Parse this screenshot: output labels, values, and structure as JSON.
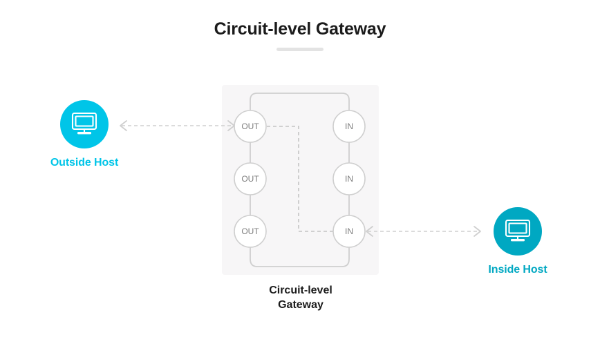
{
  "page": {
    "title": "Circuit-level Gateway",
    "background_color": "#ffffff"
  },
  "colors": {
    "title_text": "#1b1b1b",
    "title_rule": "#e3e3e3",
    "outside_host_accent": "#00c5e8",
    "inside_host_accent": "#00a8c2",
    "panel_background": "#f7f6f7",
    "node_stroke": "#cfcfcf",
    "node_fill": "#ffffff",
    "node_text": "#7d7d7d",
    "connector": "#c4c4c4"
  },
  "nodes": {
    "outside_host": {
      "label": "Outside Host",
      "icon": "desktop-monitor-icon",
      "accent": "#00c5e8"
    },
    "inside_host": {
      "label": "Inside Host",
      "icon": "desktop-monitor-icon",
      "accent": "#00a8c2"
    }
  },
  "gateway": {
    "caption_line1": "Circuit-level",
    "caption_line2": "Gateway",
    "out_ports": [
      {
        "label": "OUT"
      },
      {
        "label": "OUT"
      },
      {
        "label": "OUT"
      }
    ],
    "in_ports": [
      {
        "label": "IN"
      },
      {
        "label": "IN"
      },
      {
        "label": "IN"
      }
    ]
  },
  "connections": [
    {
      "name": "outside-host-to-gateway",
      "from": "outside_host",
      "to": "out_port_1",
      "style": "dashed",
      "arrows": "both"
    },
    {
      "name": "gateway-to-inside-host",
      "from": "in_port_3",
      "to": "inside_host",
      "style": "dashed",
      "arrows": "both"
    },
    {
      "name": "circuit-relay-path",
      "from": "out_port_1",
      "to": "in_port_3",
      "style": "dashed",
      "arrows": "none"
    }
  ]
}
